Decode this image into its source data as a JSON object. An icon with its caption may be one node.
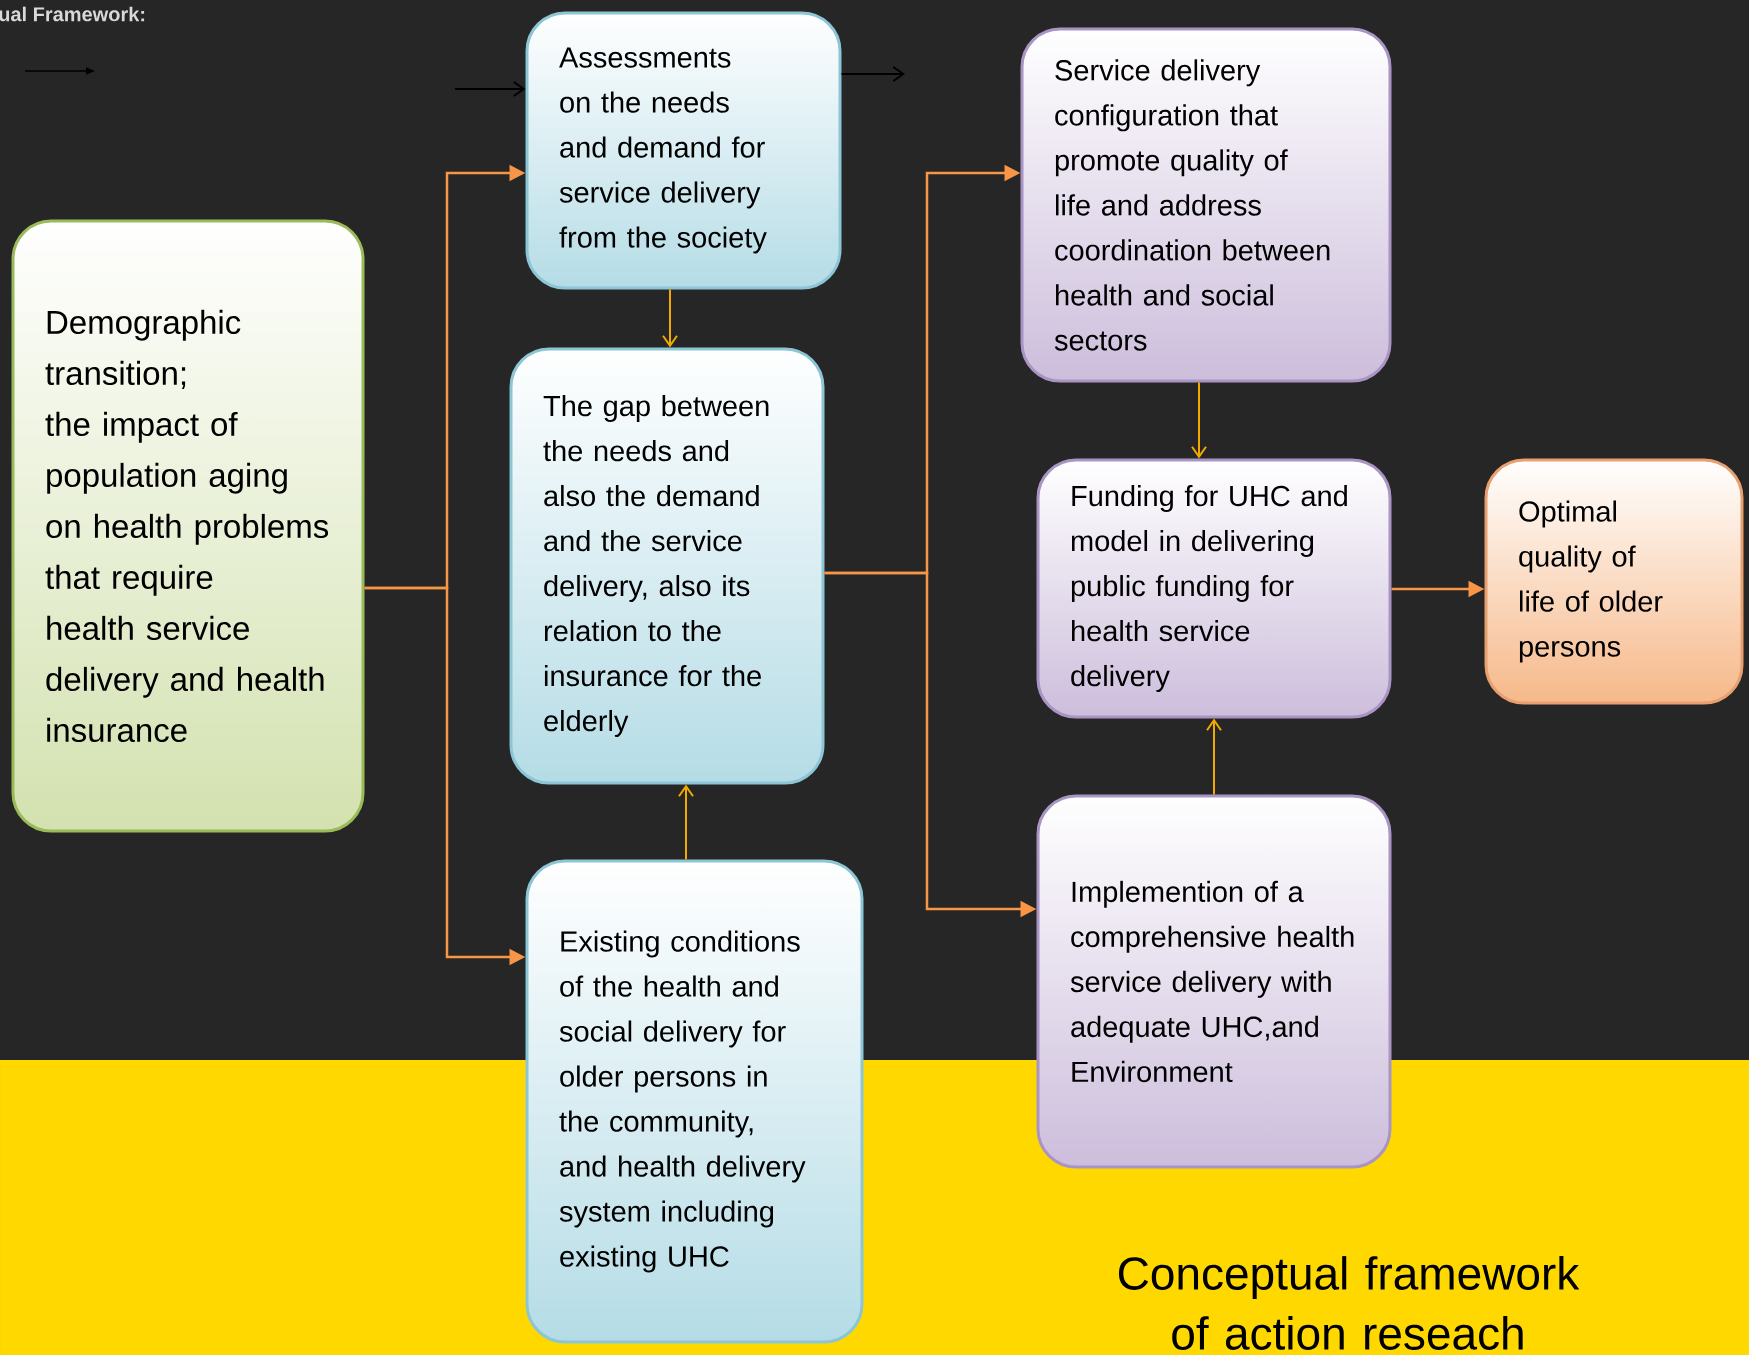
{
  "diagram": {
    "caption": "Conceptual framework of action reseach",
    "nodes": [
      {
        "text": [
          "Demographic transition; the impact of population aging on health problems that require health service delivery and health insurance"
        ]
      },
      {
        "text": [
          "Assessments on the needs and demand for service delivery from the society"
        ]
      },
      {
        "text": [
          "The gap between the needs and also the demand and  the service delivery, also its relation to the insurance for the elderly"
        ]
      },
      {
        "text": [
          "Existing conditions of the health and social delivery for older persons in the community, and health delivery system including existing  UHC"
        ]
      },
      {
        "text": [
          "Service delivery configuration that promote quality of life and address coordination between health and social sectors"
        ]
      },
      {
        "text": [
          "Funding for UHC and model in delivering public funding for health service delivery"
        ]
      },
      {
        "text": [
          "Implemention of a comprehensive health service delivery with adequate UHC,and Environment"
        ]
      },
      {
        "text": [
          "Optimal quality of life of older persons"
        ]
      }
    ],
    "edges": [
      {
        "from": 0,
        "to": 1,
        "arrow": "to"
      },
      {
        "from": 0,
        "to": 3,
        "arrow": "to"
      },
      {
        "from": 1,
        "to": 2,
        "arrow": "to",
        "color": "#f2a900"
      },
      {
        "from": 3,
        "to": 2,
        "arrow": "to",
        "color": "#f2a900"
      },
      {
        "from": 2,
        "to": 4,
        "arrow": "to"
      },
      {
        "from": 2,
        "to": 6,
        "arrow": "to"
      },
      {
        "from": 4,
        "to": 5,
        "arrow": "to",
        "color": "#f2a900"
      },
      {
        "from": 6,
        "to": 5,
        "arrow": "to",
        "color": "#f2a900"
      },
      {
        "from": 5,
        "to": 7,
        "arrow": "to"
      },
      {
        "from": null,
        "to": 1,
        "arrow": "to",
        "color": "#000000"
      },
      {
        "from": 1,
        "to": null,
        "arrow": "to",
        "color": "#000000"
      }
    ],
    "labels": [
      "ual Framework:"
    ]
  }
}
